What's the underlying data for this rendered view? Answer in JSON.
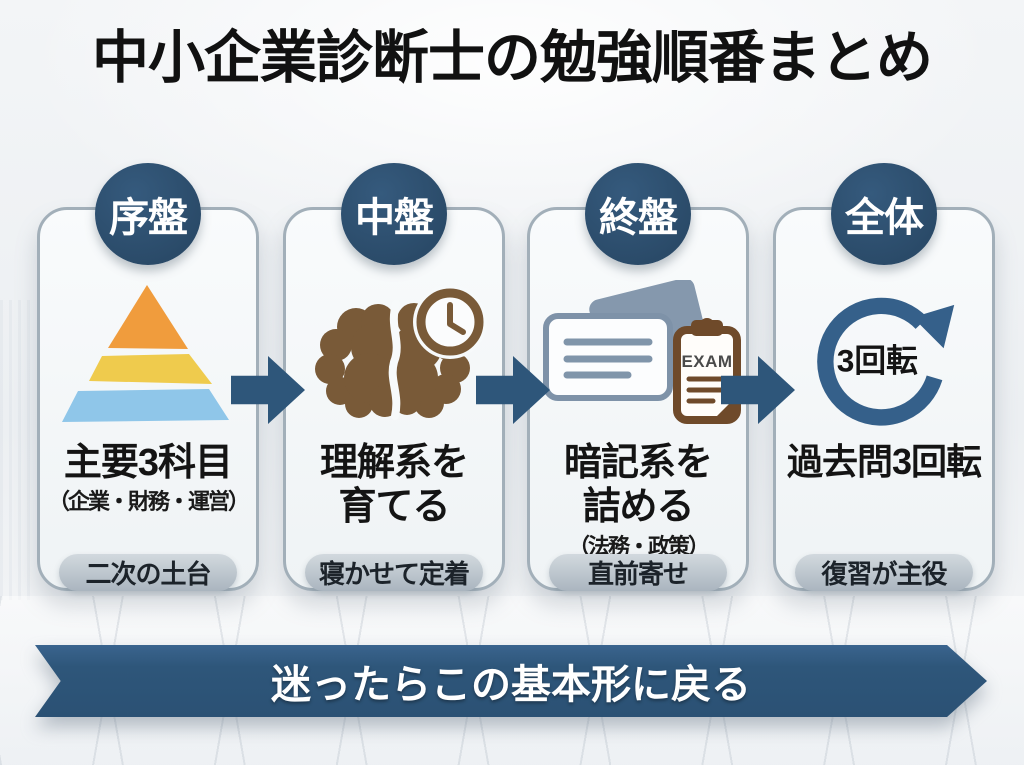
{
  "title": "中小企業診断士の勉強順番まとめ",
  "banner": {
    "text": "迷ったらこの基本形に戻る"
  },
  "colors": {
    "badge_blue": "#2d4e6c",
    "arrow_blue": "#2e567a",
    "banner_blue": "#2e567a",
    "card_border_gray": "#a2afb9",
    "pill_gray": "#b5bfc7",
    "pyramid_top_orange": "#f09c3d",
    "pyramid_middle_yellow": "#efcb4d",
    "pyramid_bottom_blue": "#8fc6e9",
    "brain_brown": "#795a38",
    "clipboard_brown": "#6f4a2a",
    "flashcard_slate": "#8598ad"
  },
  "stages": [
    {
      "badge": "序盤",
      "icon": "pyramid-icon",
      "main_lines": [
        "主要3科目"
      ],
      "sub": "（企業・財務・運営）",
      "tag": "二次の土台"
    },
    {
      "badge": "中盤",
      "icon": "brain-clock-icon",
      "main_lines": [
        "理解系を",
        "育てる"
      ],
      "tag": "寝かせて定着"
    },
    {
      "badge": "終盤",
      "icon": "flashcards-exam-icon",
      "icon_text": "EXAM",
      "main_lines": [
        "暗記系を",
        "詰める"
      ],
      "sub": "（法務・政策）",
      "tag": "直前寄せ"
    },
    {
      "badge": "全体",
      "icon": "rotation-cycle-icon",
      "icon_text": "3回転",
      "main_lines": [
        "過去問3回転"
      ],
      "tag": "復習が主役"
    }
  ]
}
